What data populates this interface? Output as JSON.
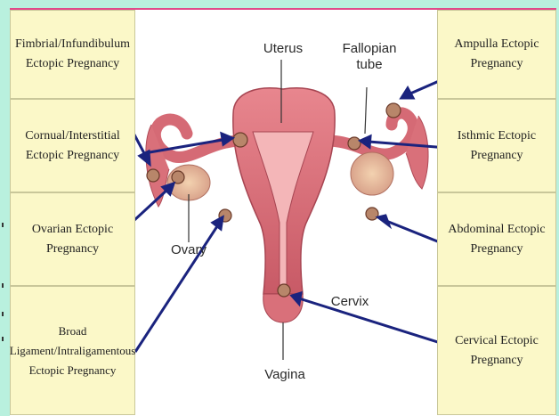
{
  "left_panels": [
    {
      "lines": [
        "Fimbrial/Infundibulum",
        "Ectopic Pregnancy"
      ]
    },
    {
      "lines": [
        "Cornual/Interstitial",
        "Ectopic Pregnancy"
      ]
    },
    {
      "lines": [
        "Ovarian Ectopic",
        "Pregnancy"
      ]
    },
    {
      "lines": [
        "Broad",
        "Ligament/Intraligamentous",
        "Ectopic Pregnancy"
      ]
    }
  ],
  "right_panels": [
    {
      "lines": [
        "Ampulla Ectopic",
        "Pregnancy"
      ]
    },
    {
      "lines": [
        "Isthmic Ectopic",
        "Pregnancy"
      ]
    },
    {
      "lines": [
        "Abdominal Ectopic",
        "Pregnancy"
      ]
    },
    {
      "lines": [
        "Cervical Ectopic",
        "Pregnancy"
      ]
    }
  ],
  "anatomy_labels": {
    "uterus": "Uterus",
    "fallopian_tube": [
      "Fallopian",
      "tube"
    ],
    "ovary": "Ovary",
    "cervix": "Cervix",
    "vagina": "Vagina"
  },
  "colors": {
    "panel_fill": "#fbf8c8",
    "arrow": "#1a237e",
    "tissue": "#d9707a",
    "background": "#b9f0de",
    "top_border": "#e04a8a"
  }
}
